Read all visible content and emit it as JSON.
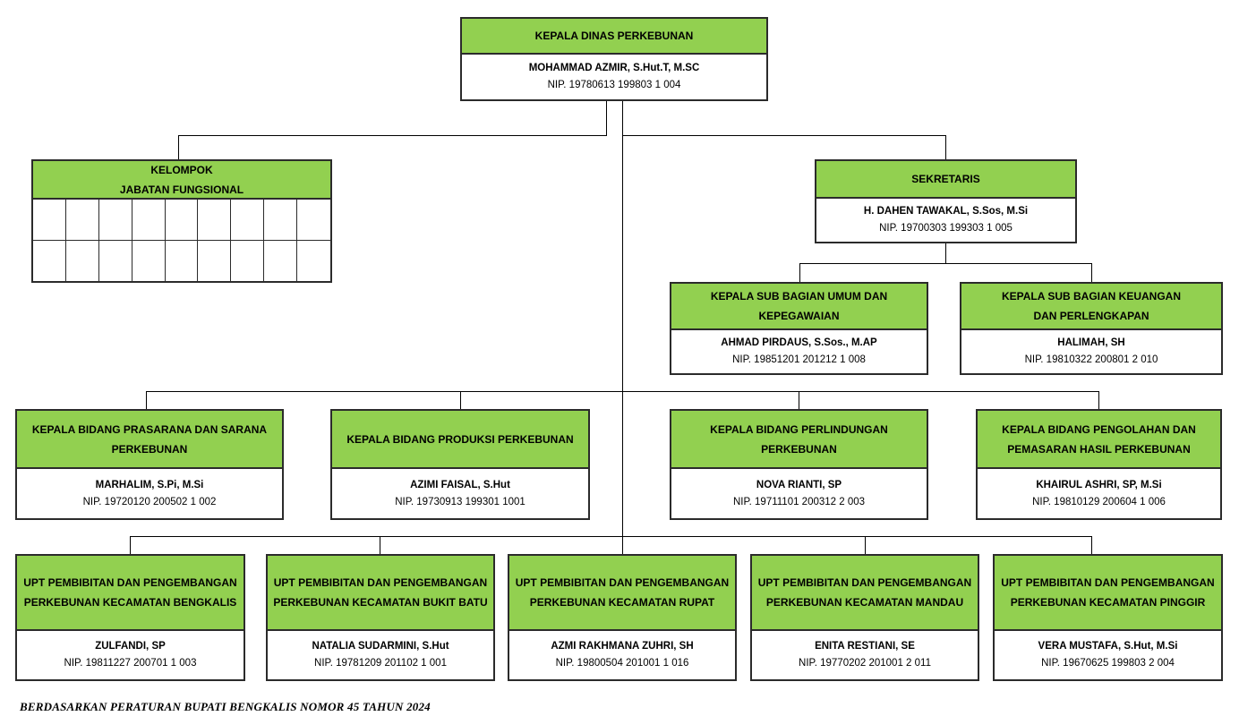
{
  "head": {
    "title": "KEPALA DINAS PERKEBUNAN",
    "name": "MOHAMMAD AZMIR, S.Hut.T, M.SC",
    "nip": "NIP. 19780613 199803 1 004"
  },
  "fungsional": {
    "title_line1": "KELOMPOK",
    "title_line2": "JABATAN FUNGSIONAL"
  },
  "sekretaris": {
    "title": "SEKRETARIS",
    "name": "H. DAHEN TAWAKAL, S.Sos, M.Si",
    "nip": "NIP. 19700303 199303 1 005"
  },
  "subbag": [
    {
      "title_line1": "KEPALA SUB BAGIAN UMUM DAN KEPEGAWAIAN",
      "title_line2": "",
      "name": "AHMAD PIRDAUS, S.Sos., M.AP",
      "nip": "NIP. 19851201 201212 1 008"
    },
    {
      "title_line1": "KEPALA SUB BAGIAN KEUANGAN",
      "title_line2": "DAN PERLENGKAPAN",
      "name": "HALIMAH, SH",
      "nip": "NIP. 19810322 200801 2 010"
    }
  ],
  "bidang": [
    {
      "title_line1": "KEPALA BIDANG PRASARANA DAN SARANA",
      "title_line2": "PERKEBUNAN",
      "name": "MARHALIM, S.Pi, M.Si",
      "nip": "NIP. 19720120 200502 1 002"
    },
    {
      "title_line1": "KEPALA BIDANG PRODUKSI PERKEBUNAN",
      "title_line2": "",
      "name": "AZIMI FAISAL, S.Hut",
      "nip": "NIP. 19730913 199301 1001"
    },
    {
      "title_line1": "KEPALA BIDANG PERLINDUNGAN PERKEBUNAN",
      "title_line2": "",
      "name": "NOVA RIANTI, SP",
      "nip": "NIP. 19711101 200312 2 003"
    },
    {
      "title_line1": "KEPALA BIDANG PENGOLAHAN DAN",
      "title_line2": "PEMASARAN HASIL PERKEBUNAN",
      "name": "KHAIRUL ASHRI, SP, M.Si",
      "nip": "NIP. 19810129 200604 1 006"
    }
  ],
  "upt": [
    {
      "title_line1": "UPT PEMBIBITAN DAN PENGEMBANGAN",
      "title_line2": "PERKEBUNAN KECAMATAN BENGKALIS",
      "name": "ZULFANDI, SP",
      "nip": "NIP. 19811227 200701 1 003"
    },
    {
      "title_line1": "UPT PEMBIBITAN DAN PENGEMBANGAN",
      "title_line2": "PERKEBUNAN KECAMATAN BUKIT BATU",
      "name": "NATALIA SUDARMINI, S.Hut",
      "nip": "NIP. 19781209 201102 1 001"
    },
    {
      "title_line1": "UPT PEMBIBITAN DAN PENGEMBANGAN",
      "title_line2": "PERKEBUNAN KECAMATAN RUPAT",
      "name": "AZMI RAKHMANA ZUHRI, SH",
      "nip": "NIP. 19800504 201001 1 016"
    },
    {
      "title_line1": "UPT PEMBIBITAN DAN PENGEMBANGAN",
      "title_line2": "PERKEBUNAN KECAMATAN MANDAU",
      "name": "ENITA RESTIANI, SE",
      "nip": "NIP. 19770202 201001 2 011"
    },
    {
      "title_line1": "UPT PEMBIBITAN DAN PENGEMBANGAN",
      "title_line2": "PERKEBUNAN KECAMATAN PINGGIR",
      "name": "VERA MUSTAFA, S.Hut, M.Si",
      "nip": "NIP. 19670625 199803 2 004"
    }
  ],
  "footer": "BERDASARKAN PERATURAN BUPATI BENGKALIS NOMOR 45 TAHUN 2024",
  "colors": {
    "header_fill": "#92d050",
    "border": "#2b2b2b"
  }
}
